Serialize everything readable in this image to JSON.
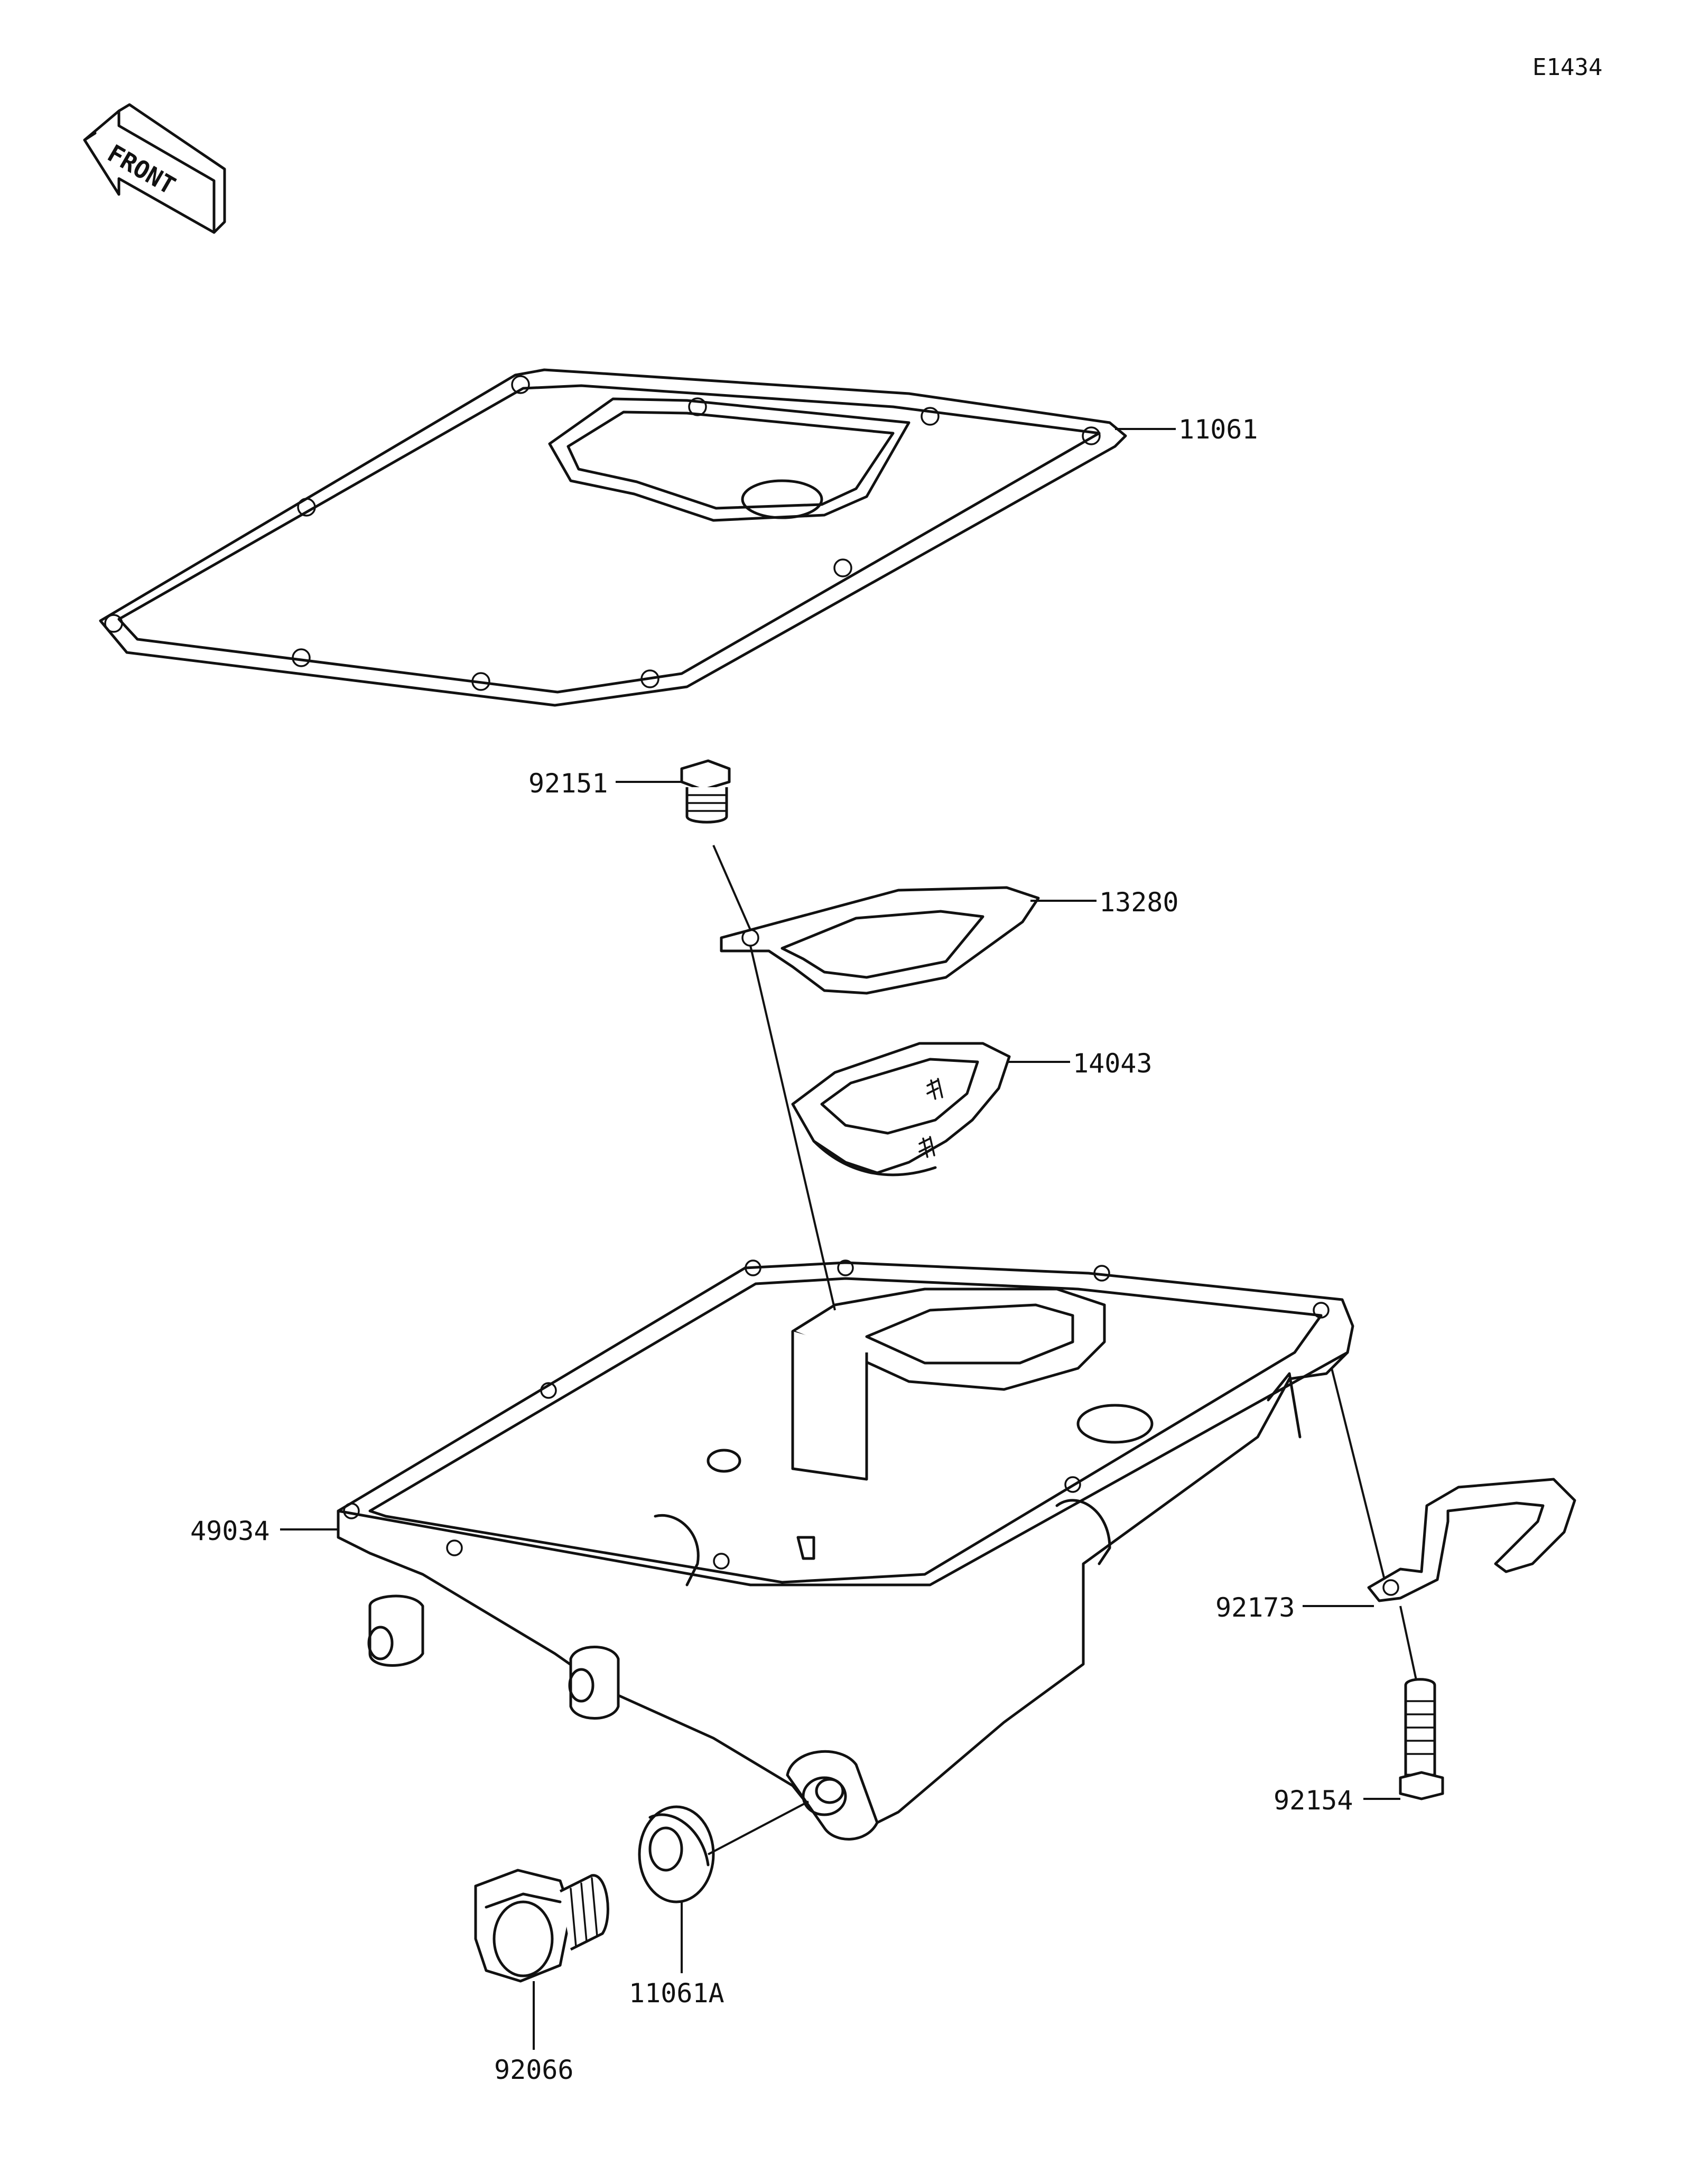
{
  "diagram_code": "E1434",
  "front_label": "FRONT",
  "parts": [
    {
      "number": "11061"
    },
    {
      "number": "92151"
    },
    {
      "number": "13280"
    },
    {
      "number": "14043"
    },
    {
      "number": "49034"
    },
    {
      "number": "92173"
    },
    {
      "number": "92154"
    },
    {
      "number": "11061A"
    },
    {
      "number": "92066"
    }
  ],
  "colors": {
    "line": "#111111",
    "background": "#ffffff"
  }
}
